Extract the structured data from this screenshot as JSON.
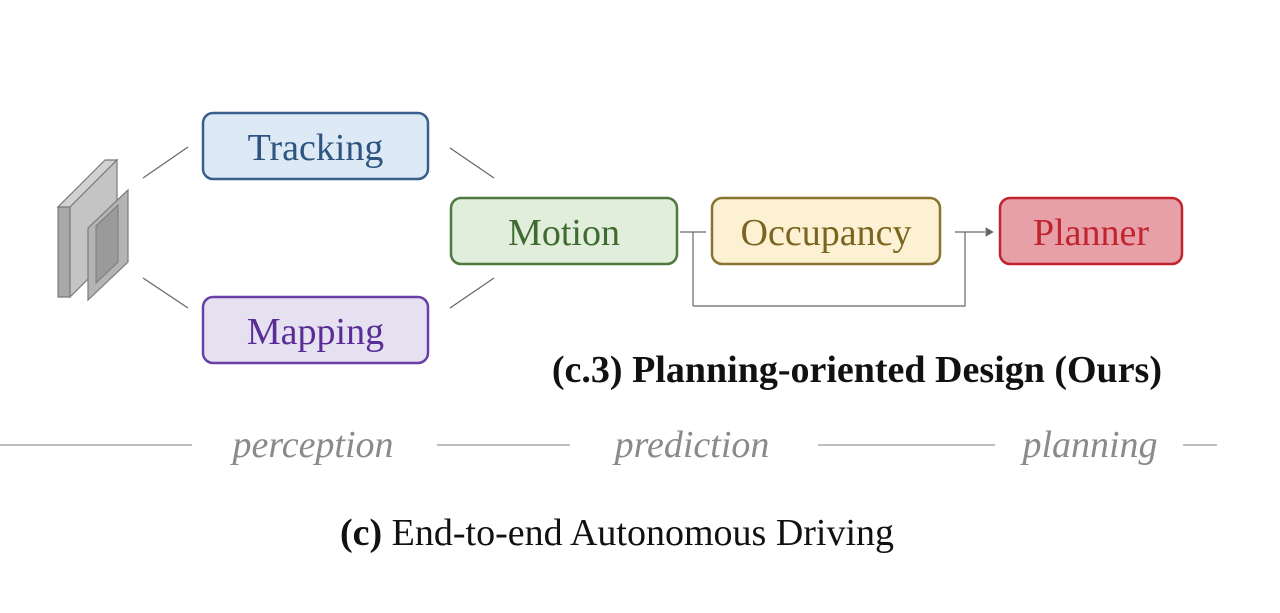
{
  "nodes": {
    "tracking": {
      "label": "Tracking",
      "stroke": "#3a5f8a",
      "fill": "#dde9f5",
      "text": "#2e5480"
    },
    "mapping": {
      "label": "Mapping",
      "stroke": "#6a3fa6",
      "fill": "#e6e1f1",
      "text": "#5a2d96"
    },
    "motion": {
      "label": "Motion",
      "stroke": "#4f7a3f",
      "fill": "#e1eedb",
      "text": "#3f6a30"
    },
    "occupancy": {
      "label": "Occupancy",
      "stroke": "#8a7330",
      "fill": "#fcf1d2",
      "text": "#7a6420"
    },
    "planner": {
      "label": "Planner",
      "stroke": "#c0242e",
      "fill": "#e79fa8",
      "text": "#c0242e"
    }
  },
  "subcaption": {
    "prefix": "(c.3)",
    "text": "Planning-oriented Design (Ours)"
  },
  "stages": {
    "perception": "perception",
    "prediction": "prediction",
    "planning": "planning"
  },
  "caption": {
    "prefix": "(c)",
    "text": "End-to-end Autonomous Driving"
  },
  "colors": {
    "connector": "#666666",
    "stage_line": "#999999",
    "sensor_front": "#c4c4c4",
    "sensor_side": "#a8a8a8",
    "sensor_inner": "#9a9a9a",
    "sensor_edge": "#7a7a7a"
  }
}
